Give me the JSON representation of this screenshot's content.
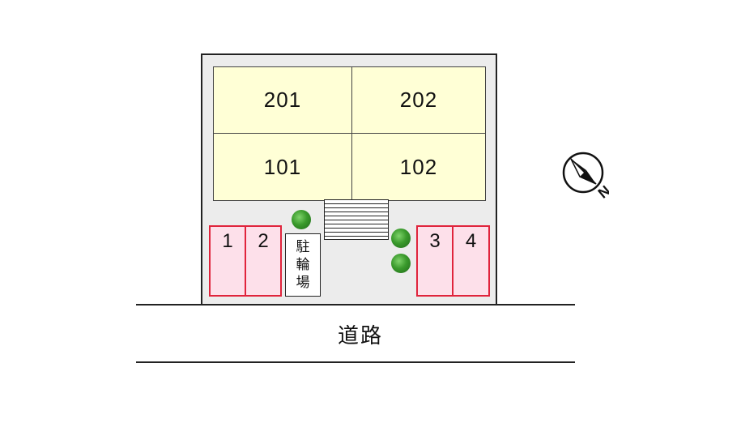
{
  "units": {
    "u201": "201",
    "u202": "202",
    "u101": "101",
    "u102": "102"
  },
  "parking": {
    "p1": "1",
    "p2": "2",
    "p3": "3",
    "p4": "4"
  },
  "bicycle_parking": {
    "char1": "駐",
    "char2": "輪",
    "char3": "場"
  },
  "road_label": "道路",
  "compass": {
    "label": "N",
    "icon": "north-arrow-icon"
  },
  "colors": {
    "unit_fill": "#ffffd6",
    "parking_fill": "#fde0ea",
    "parking_border": "#e0243c",
    "lot_fill": "#ececec",
    "tree": "#3a9a2c"
  }
}
